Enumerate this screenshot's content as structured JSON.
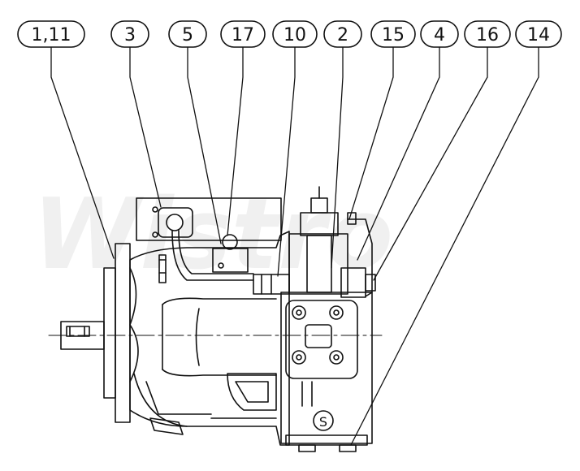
{
  "watermark": "Wistro",
  "callouts": [
    {
      "id": "c1",
      "text": "1,11"
    },
    {
      "id": "c3",
      "text": "3"
    },
    {
      "id": "c5",
      "text": "5"
    },
    {
      "id": "c17",
      "text": "17"
    },
    {
      "id": "c10",
      "text": "10"
    },
    {
      "id": "c2",
      "text": "2"
    },
    {
      "id": "c15",
      "text": "15"
    },
    {
      "id": "c4",
      "text": "4"
    },
    {
      "id": "c16",
      "text": "16"
    },
    {
      "id": "c14",
      "text": "14"
    }
  ],
  "port_label": "S",
  "colors": {
    "line": "#111111",
    "watermark": "#f0f0f0",
    "background": "#ffffff"
  }
}
